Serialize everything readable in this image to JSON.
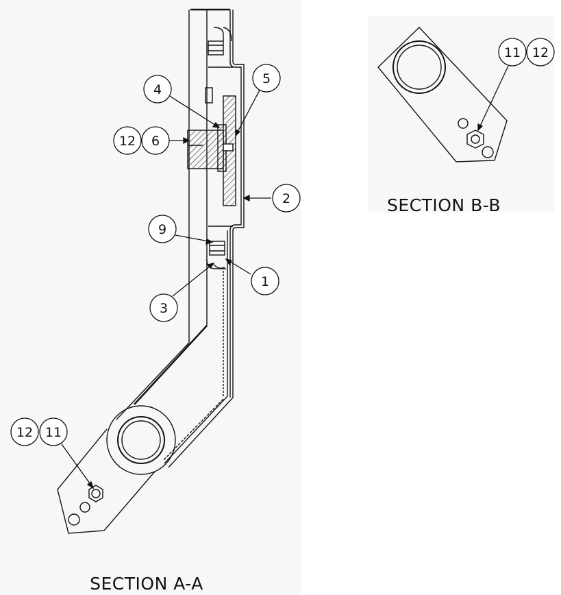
{
  "sections": {
    "a": {
      "title": "SECTION  A-A"
    },
    "b": {
      "title": "SECTION  B-B"
    }
  },
  "callouts": {
    "a": [
      {
        "id": "item-4",
        "label": "4"
      },
      {
        "id": "item-5",
        "label": "5"
      },
      {
        "id": "item-12-upper",
        "label": "12"
      },
      {
        "id": "item-6",
        "label": "6"
      },
      {
        "id": "item-2",
        "label": "2"
      },
      {
        "id": "item-9",
        "label": "9"
      },
      {
        "id": "item-1",
        "label": "1"
      },
      {
        "id": "item-3",
        "label": "3"
      },
      {
        "id": "item-12-lower",
        "label": "12"
      },
      {
        "id": "item-11-lower",
        "label": "11"
      }
    ],
    "b": [
      {
        "id": "item-11-b",
        "label": "11"
      },
      {
        "id": "item-12-b",
        "label": "12"
      }
    ]
  },
  "colors": {
    "line": "#111111",
    "hatch": "#333333",
    "background": "#f7f7f7"
  }
}
